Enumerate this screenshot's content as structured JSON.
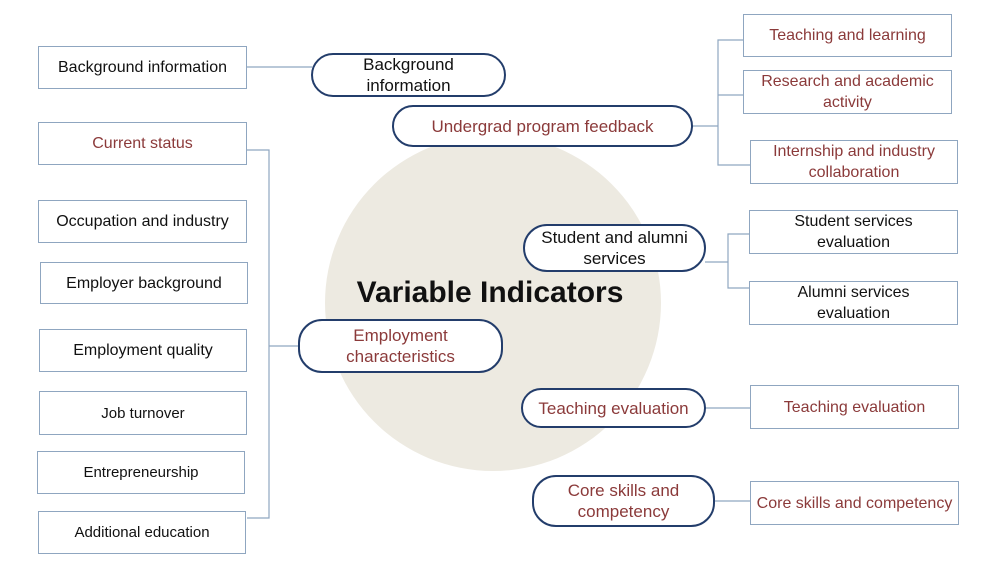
{
  "center": {
    "title": "Variable Indicators"
  },
  "hubs": {
    "background": "Background\ninformation",
    "undergrad": "Undergrad program feedback",
    "student_alumni": "Student and alumni\nservices",
    "employment": "Employment\ncharacteristics",
    "teaching": "Teaching evaluation",
    "core_skills": "Core skills and\ncompetency"
  },
  "leaves": {
    "background_information": "Background information",
    "current_status": "Current status",
    "occupation_industry": "Occupation and industry",
    "employer_background": "Employer background",
    "employment_quality": "Employment quality",
    "job_turnover": "Job turnover",
    "entrepreneurship": "Entrepreneurship",
    "additional_education": "Additional education",
    "teaching_learning": "Teaching and learning",
    "research_academic": "Research and academic\nactivity",
    "internship_industry": "Internship and industry\ncollaboration",
    "student_services": "Student services\nevaluation",
    "alumni_services": "Alumni services\nevaluation",
    "teaching_evaluation": "Teaching evaluation",
    "core_skills": "Core skills and competency"
  },
  "colors": {
    "hub_border": "#233d6b",
    "leaf_border": "#8fa6c0",
    "accent_text": "#8b3a3a",
    "center_fill": "#edeae1"
  }
}
